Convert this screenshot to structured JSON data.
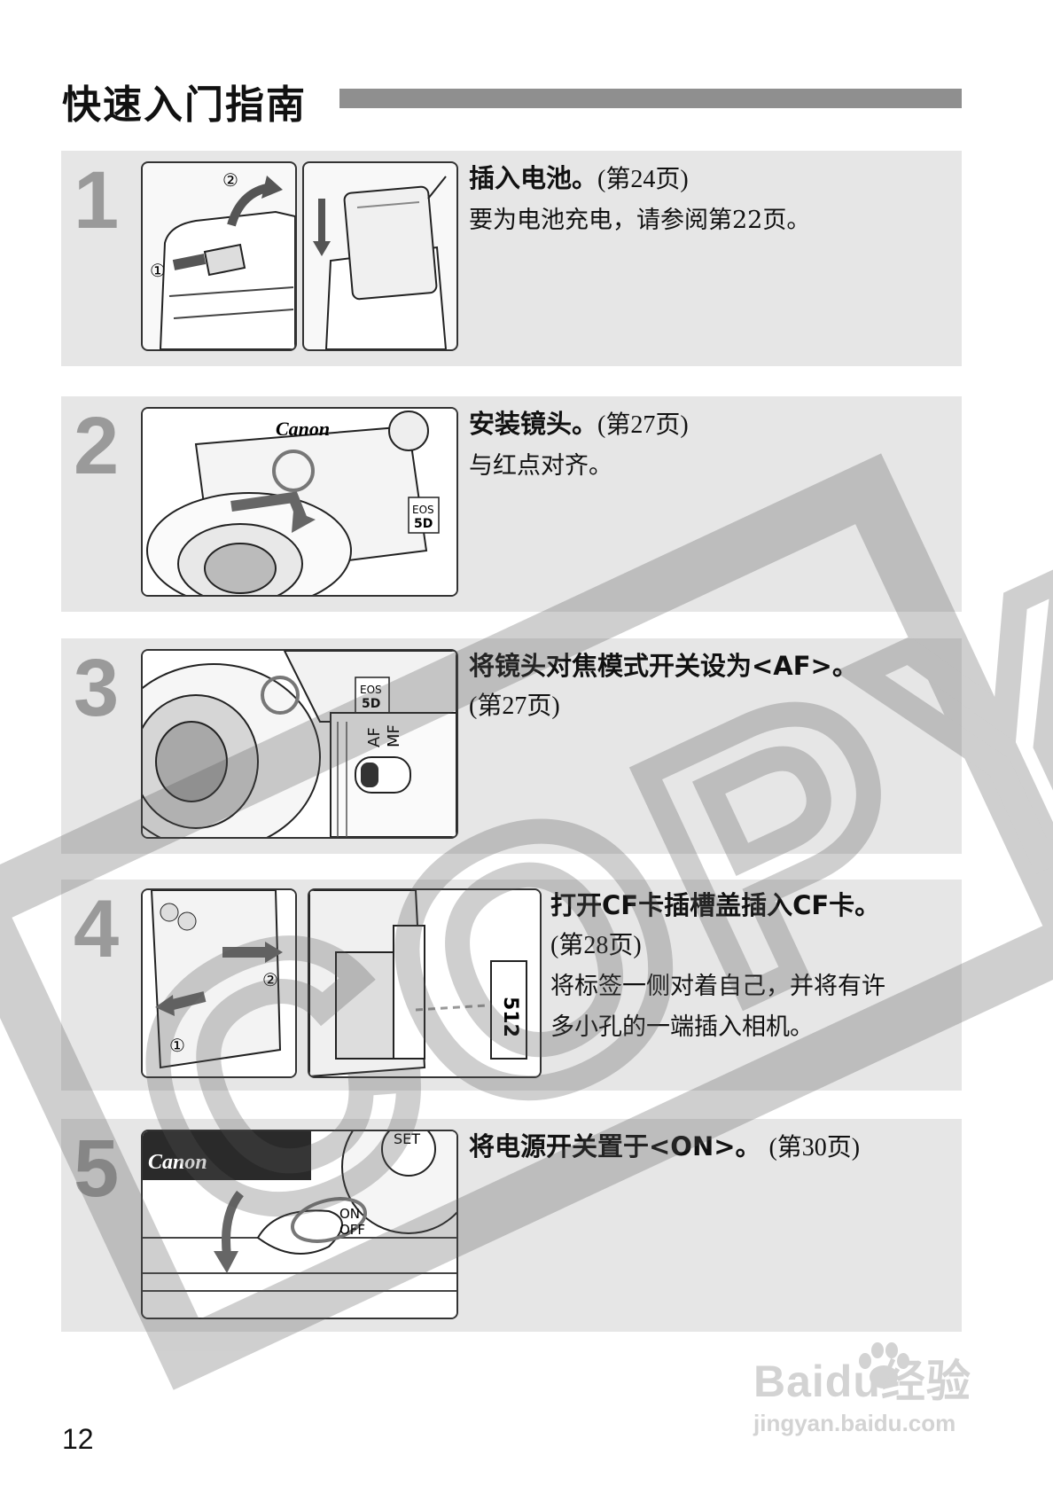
{
  "header": {
    "title": "快速入门指南"
  },
  "steps": [
    {
      "number": "1",
      "heading": "插入电池。",
      "page_ref": "(第24页)",
      "lines": [
        "要为电池充电，请参阅第22页。"
      ]
    },
    {
      "number": "2",
      "heading": "安装镜头。",
      "page_ref": "(第27页)",
      "lines": [
        "与红点对齐。"
      ]
    },
    {
      "number": "3",
      "heading": "将镜头对焦模式开关设为<AF>。",
      "page_ref": "(第27页)",
      "lines": []
    },
    {
      "number": "4",
      "heading": "打开CF卡插槽盖插入CF卡。",
      "page_ref": "(第28页)",
      "lines": [
        "将标签一侧对着自己，并将有许",
        "多小孔的一端插入相机。"
      ]
    },
    {
      "number": "5",
      "heading": "将电源开关置于<ON>。",
      "page_ref": "(第30页)",
      "lines": []
    }
  ],
  "illustrations": {
    "callout_1": "①",
    "callout_2": "②",
    "brand_logo": "Canon",
    "model_badge_top": "EOS",
    "model_badge_bottom": "5D",
    "af_label": "AF",
    "mf_label": "MF",
    "card_label": "512",
    "switch_on": "ON",
    "switch_off": "OFF",
    "set_label": "SET"
  },
  "watermark": {
    "text": "COPY"
  },
  "footer": {
    "page_number": "12",
    "brand": "Baidu经验",
    "url": "jingyan.baidu.com"
  }
}
